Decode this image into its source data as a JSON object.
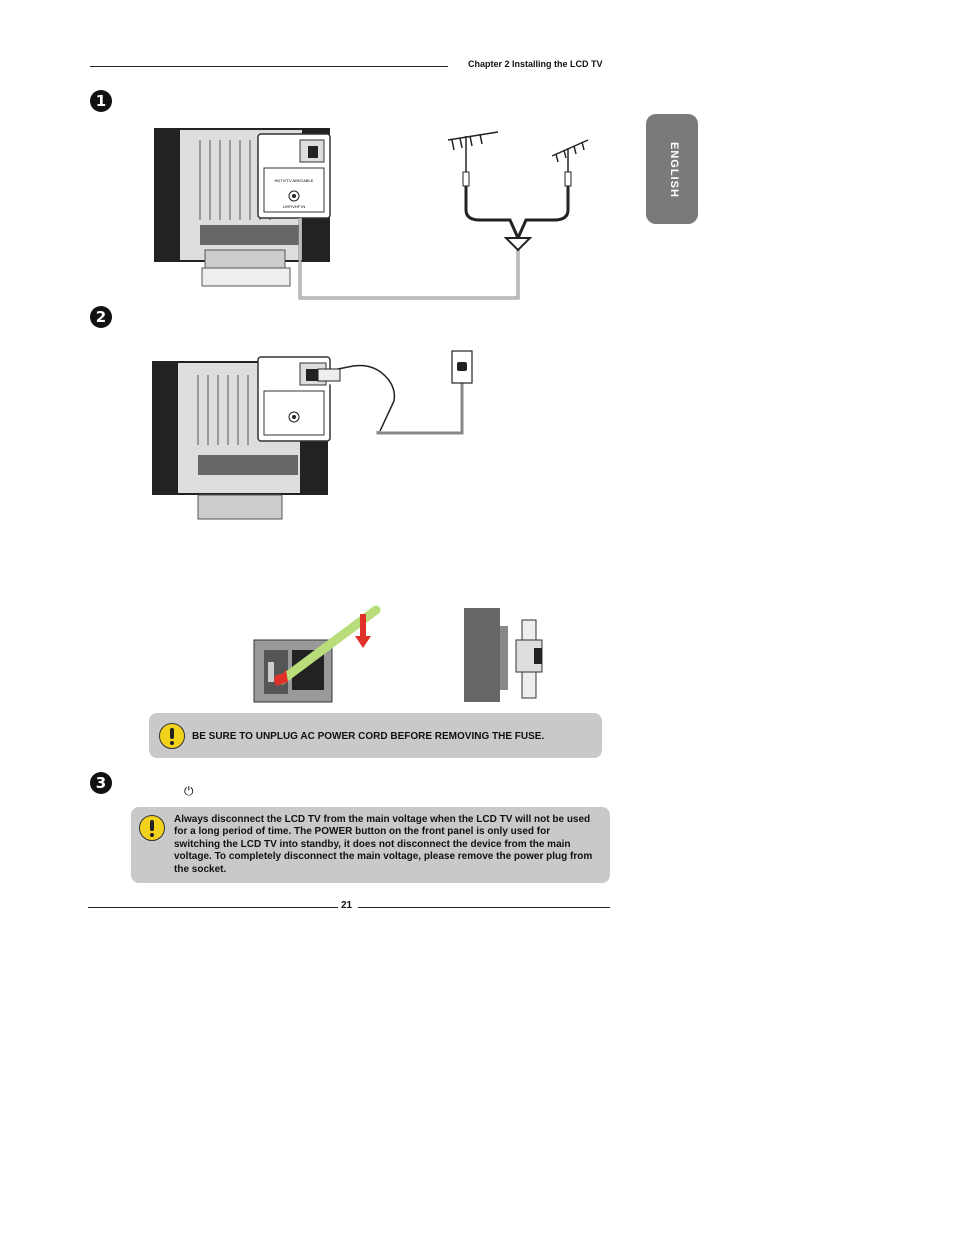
{
  "header": {
    "chapter_title": "Chapter 2 Installing the LCD TV"
  },
  "language_tab": {
    "label": "ENGLISH"
  },
  "steps": [
    {
      "number": "1"
    },
    {
      "number": "2"
    },
    {
      "number": "3"
    }
  ],
  "tv_panel": {
    "hdtv_label": "HDTV/TV AIR/CABLE",
    "input_label": "UHF/VHF IN"
  },
  "fuse_warning": {
    "text": "BE SURE TO UNPLUG AC POWER CORD BEFORE REMOVING THE FUSE."
  },
  "power_symbol": "⏻",
  "disconnect_warning": {
    "text": "Always disconnect the LCD TV from the main voltage when the LCD TV will not be used for a long period of time. The POWER button on the front panel is only used for switching the LCD TV into standby, it does not disconnect the device from the main voltage. To completely disconnect the main voltage, please remove the power plug from the socket."
  },
  "footer": {
    "page_number": "21"
  },
  "colors": {
    "tab_gray": "#7a7a7a",
    "warning_bg": "#c9c9c9",
    "warning_icon": "#f2d21b",
    "arrow_red": "#e0302a",
    "screwdriver_green": "#b9dd7a"
  }
}
